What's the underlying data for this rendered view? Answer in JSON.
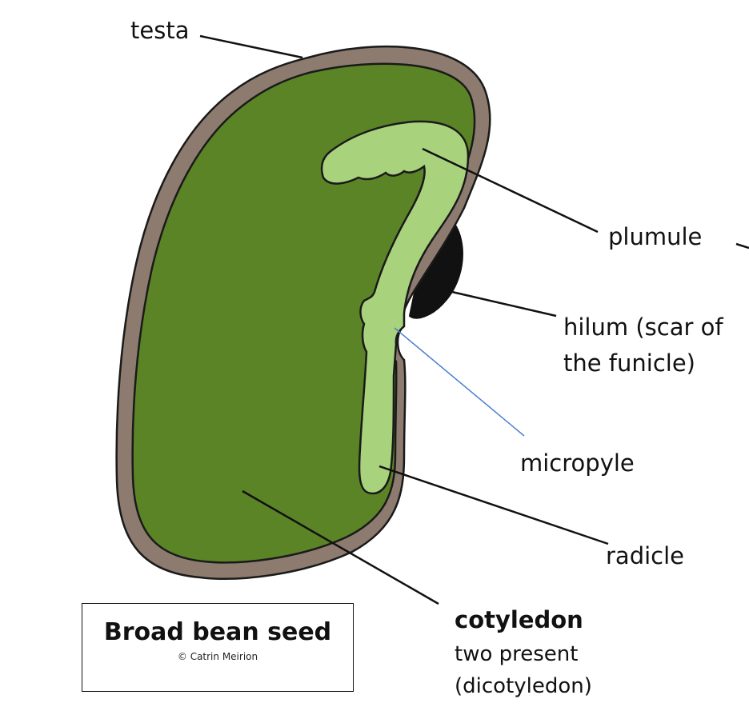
{
  "labels": {
    "testa": "testa",
    "plumule": "plumule",
    "hilum_line1": "hilum (scar of",
    "hilum_line2": "the funicle)",
    "micropyle": "micropyle",
    "radicle": "radicle",
    "cotyledon": "cotyledon",
    "cotyledon_note1": "two present",
    "cotyledon_note2": "(dicotyledon)"
  },
  "title_box": {
    "title": "Broad bean seed",
    "credit": "© Catrin Meirion"
  },
  "colors": {
    "testa": "#8c7b6e",
    "cotyledon": "#5b8426",
    "embryo_axis": "#a8d27c",
    "hilum": "#111111",
    "leader_line": "#111111",
    "micropyle_line": "#4a7fd0"
  }
}
